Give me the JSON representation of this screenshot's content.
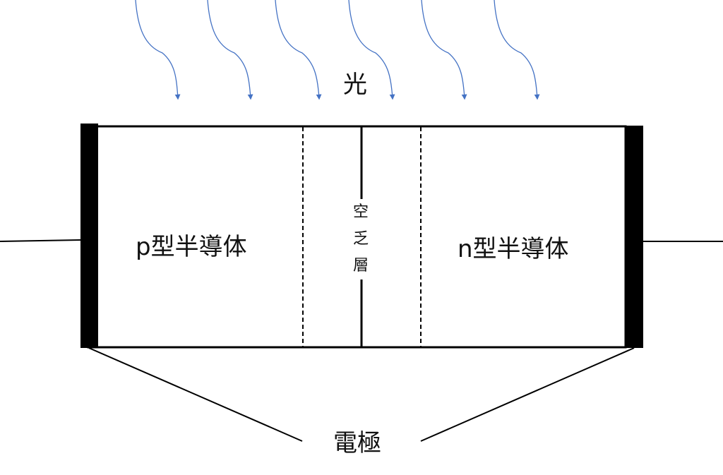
{
  "labels": {
    "light": "光",
    "p_region": "p型半導体",
    "n_region": "n型半導体",
    "depletion_layer": [
      "空",
      "乏",
      "層"
    ],
    "electrode": "電極"
  },
  "colors": {
    "light_arrow": "#4472C4",
    "outline": "#000000",
    "electrode": "#000000",
    "text": "#111111"
  },
  "icons": {
    "light_ray": "curved-down-arrow-icon"
  }
}
